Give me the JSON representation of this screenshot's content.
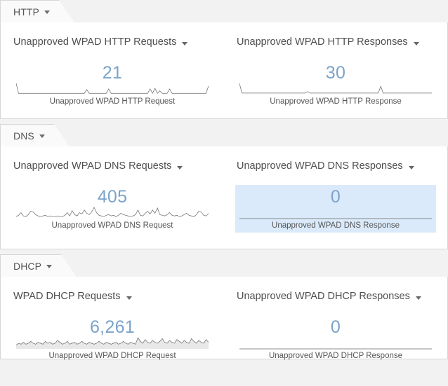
{
  "page": {
    "background_color": "#f2f2f2",
    "panel_background": "#ffffff",
    "accent_number_color": "#7ba3c9",
    "highlight_color": "#dbeafa",
    "border_color": "#d6d6d6"
  },
  "sections": [
    {
      "tab_label": "HTTP",
      "tab_caret": "chevron-down-icon",
      "panels": [
        {
          "title": "Unapproved WPAD HTTP Requests",
          "title_caret": "chevron-down-icon",
          "value": "21",
          "caption": "Unapproved WPAD HTTP Request",
          "highlighted": false,
          "sparkline": {
            "type": "line",
            "filled": false,
            "values": [
              18,
              2,
              2,
              2,
              2,
              2,
              2,
              2,
              2,
              2,
              2,
              2,
              2,
              2,
              2,
              2,
              2,
              2,
              2,
              2,
              2,
              2,
              2,
              2,
              2,
              2,
              2,
              2,
              2,
              8,
              2,
              2,
              2,
              2,
              2,
              2,
              2,
              2,
              9,
              2,
              2,
              2,
              2,
              2,
              2,
              2,
              2,
              2,
              2,
              2,
              2,
              2,
              2,
              2,
              2,
              9,
              2,
              10,
              2,
              6,
              2,
              2,
              2,
              9,
              2,
              2,
              2,
              2,
              2,
              2,
              2,
              2,
              2,
              2,
              2,
              2,
              2,
              2,
              2,
              14
            ]
          }
        },
        {
          "title": "Unapproved WPAD HTTP Responses",
          "title_caret": "chevron-down-icon",
          "value": "30",
          "caption": "Unapproved WPAD HTTP Response",
          "highlighted": false,
          "sparkline": {
            "type": "line",
            "filled": false,
            "values": [
              15,
              2,
              2,
              2,
              2,
              2,
              2,
              2,
              2,
              2,
              2,
              2,
              2,
              2,
              2,
              2,
              2,
              2,
              2,
              2,
              2,
              2,
              2,
              2,
              2,
              2,
              2,
              2,
              4,
              2,
              2,
              2,
              2,
              2,
              2,
              2,
              2,
              2,
              2,
              2,
              2,
              2,
              2,
              2,
              2,
              2,
              2,
              2,
              2,
              2,
              2,
              2,
              2,
              2,
              2,
              2,
              2,
              2,
              11,
              2,
              2,
              2,
              2,
              2,
              2,
              2,
              2,
              2,
              2,
              2,
              2,
              2,
              2,
              2,
              2,
              2,
              2,
              2,
              2,
              2
            ]
          }
        }
      ]
    },
    {
      "tab_label": "DNS",
      "tab_caret": "chevron-down-icon",
      "panels": [
        {
          "title": "Unapproved WPAD DNS Requests",
          "title_caret": "chevron-down-icon",
          "value": "405",
          "caption": "Unapproved WPAD DNS Request",
          "highlighted": false,
          "sparkline": {
            "type": "line",
            "filled": false,
            "values": [
              3,
              5,
              9,
              4,
              3,
              6,
              11,
              10,
              6,
              4,
              3,
              4,
              5,
              3,
              4,
              3,
              3,
              4,
              3,
              3,
              5,
              9,
              4,
              12,
              6,
              4,
              9,
              7,
              13,
              8,
              6,
              10,
              17,
              9,
              5,
              4,
              3,
              5,
              6,
              4,
              5,
              3,
              5,
              8,
              6,
              5,
              4,
              3,
              4,
              6,
              13,
              5,
              4,
              8,
              11,
              7,
              13,
              8,
              16,
              6,
              5,
              4,
              6,
              9,
              5,
              4,
              5,
              3,
              4,
              6,
              8,
              5,
              4,
              3,
              6,
              11,
              10,
              5,
              4,
              8
            ]
          }
        },
        {
          "title": "Unapproved WPAD DNS Responses",
          "title_caret": "chevron-down-icon",
          "value": "0",
          "caption": "Unapproved WPAD DNS Response",
          "highlighted": true,
          "sparkline": {
            "type": "line",
            "filled": false,
            "values": [
              0,
              0,
              0,
              0,
              0,
              0,
              0,
              0,
              0,
              0,
              0,
              0,
              0,
              0,
              0,
              0,
              0,
              0,
              0,
              0,
              0,
              0,
              0,
              0,
              0,
              0,
              0,
              0,
              0,
              0,
              0,
              0,
              0,
              0,
              0,
              0,
              0,
              0,
              0,
              0
            ]
          }
        }
      ]
    },
    {
      "tab_label": "DHCP",
      "tab_caret": "chevron-down-icon",
      "panels": [
        {
          "title": "WPAD DHCP Requests",
          "title_caret": "chevron-down-icon",
          "value": "6,261",
          "caption": "Unapproved WPAD DHCP Request",
          "highlighted": false,
          "sparkline": {
            "type": "area",
            "filled": true,
            "values": [
              4,
              6,
              5,
              7,
              5,
              6,
              8,
              6,
              5,
              7,
              6,
              5,
              8,
              6,
              7,
              5,
              6,
              9,
              7,
              5,
              6,
              8,
              5,
              6,
              7,
              5,
              6,
              8,
              6,
              5,
              7,
              6,
              5,
              6,
              8,
              6,
              5,
              7,
              6,
              5,
              6,
              7,
              5,
              6,
              8,
              6,
              5,
              7,
              6,
              5,
              12,
              8,
              6,
              10,
              7,
              6,
              9,
              7,
              6,
              8,
              11,
              7,
              6,
              9,
              7,
              6,
              10,
              8,
              6,
              9,
              7,
              6,
              11,
              8,
              6,
              9,
              7,
              6,
              10,
              7
            ]
          }
        },
        {
          "title": "Unapproved WPAD DHCP Responses",
          "title_caret": "chevron-down-icon",
          "value": "0",
          "caption": "Unapproved WPAD DHCP Response",
          "highlighted": false,
          "sparkline": {
            "type": "line",
            "filled": false,
            "values": [
              0,
              0,
              0,
              0,
              0,
              0,
              0,
              0,
              0,
              0,
              0,
              0,
              0,
              0,
              0,
              0,
              0,
              0,
              0,
              0,
              0,
              0,
              0,
              0,
              0,
              0,
              0,
              0,
              0,
              0,
              0,
              0,
              0,
              0,
              0,
              0,
              0,
              0,
              0,
              0
            ]
          }
        }
      ]
    }
  ]
}
